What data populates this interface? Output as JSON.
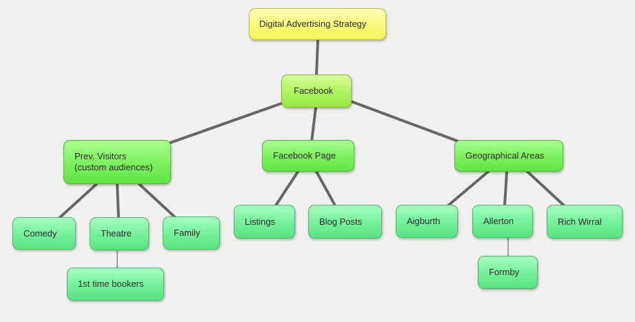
{
  "nodes": {
    "root": {
      "label": "Digital Advertising Strategy"
    },
    "facebook": {
      "label": "Facebook"
    },
    "prev_visitors": {
      "label": "Prev. Visitors\n(custom audiences)"
    },
    "facebook_page": {
      "label": "Facebook Page"
    },
    "geo_areas": {
      "label": "Geographical Areas"
    },
    "comedy": {
      "label": "Comedy"
    },
    "theatre": {
      "label": "Theatre"
    },
    "family": {
      "label": "Family"
    },
    "first_time": {
      "label": "1st time bookers"
    },
    "listings": {
      "label": "Listings"
    },
    "blog_posts": {
      "label": "Blog Posts"
    },
    "aigburth": {
      "label": "Aigburth"
    },
    "allerton": {
      "label": "Allerton"
    },
    "rich_wirral": {
      "label": "Rich Wirral"
    },
    "formby": {
      "label": "Formby"
    }
  },
  "colors": {
    "root": "#f8f86e",
    "level1": "#aef45e",
    "leaf": "#74f09a",
    "link": "#666666"
  }
}
